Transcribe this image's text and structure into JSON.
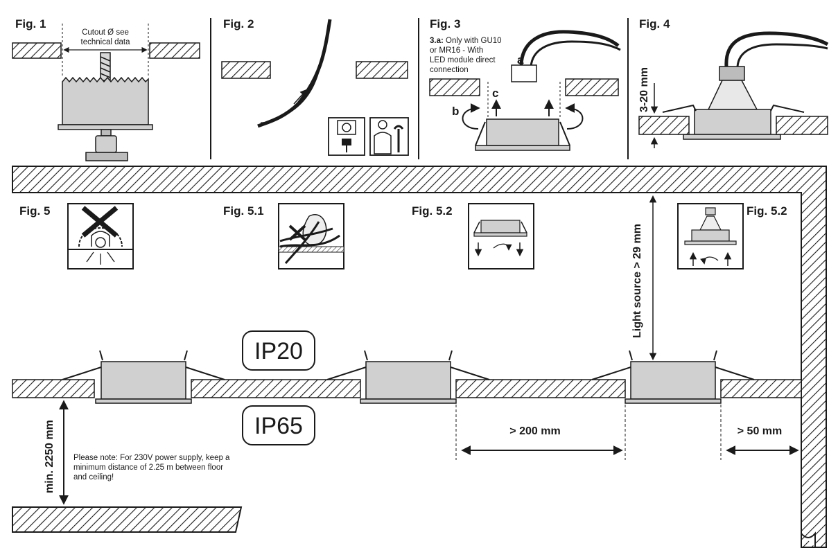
{
  "figures": {
    "fig1": {
      "label": "Fig. 1",
      "note_line1": "Cutout Ø see",
      "note_line2": "technical data"
    },
    "fig2": {
      "label": "Fig. 2"
    },
    "fig3": {
      "label": "Fig. 3",
      "note_bold": "3.a:",
      "note_line1": " Only with GU10",
      "note_line2": "or MR16 - With",
      "note_line3": "LED module direct",
      "note_line4": "connection",
      "letter_a": "a",
      "letter_b": "b",
      "letter_c": "c"
    },
    "fig4": {
      "label": "Fig. 4",
      "dimension": "3-20 mm"
    },
    "fig5": {
      "label": "Fig. 5"
    },
    "fig51": {
      "label": "Fig. 5.1"
    },
    "fig52a": {
      "label": "Fig. 5.2"
    },
    "fig52b": {
      "label": "Fig. 5.2"
    }
  },
  "installation": {
    "ip20": "IP20",
    "ip65": "IP65",
    "light_source": "Light source > 29 mm",
    "spacing": "> 200 mm",
    "wall_distance": "> 50 mm",
    "floor_distance": "min. 2250 mm",
    "note_line1": "Please note: For 230V power supply, keep a",
    "note_line2": "minimum distance of 2.25 m between floor",
    "note_line3": "and ceiling!"
  }
}
